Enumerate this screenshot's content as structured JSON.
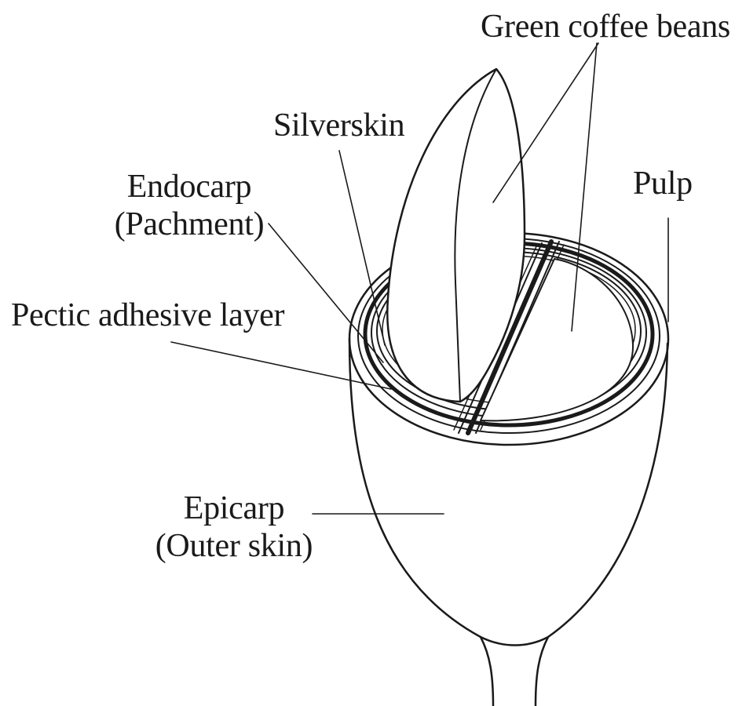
{
  "labels": {
    "green_coffee_beans": "Green coffee beans",
    "silverskin": "Silverskin",
    "endocarp": {
      "line1": "Endocarp",
      "line2": "(Pachment)"
    },
    "pulp": "Pulp",
    "pectic_adhesive_layer": "Pectic adhesive layer",
    "epicarp": {
      "line1": "Epicarp",
      "line2": "(Outer skin)"
    }
  },
  "colors": {
    "ink": "#1a1a1a",
    "background": "#ffffff"
  }
}
